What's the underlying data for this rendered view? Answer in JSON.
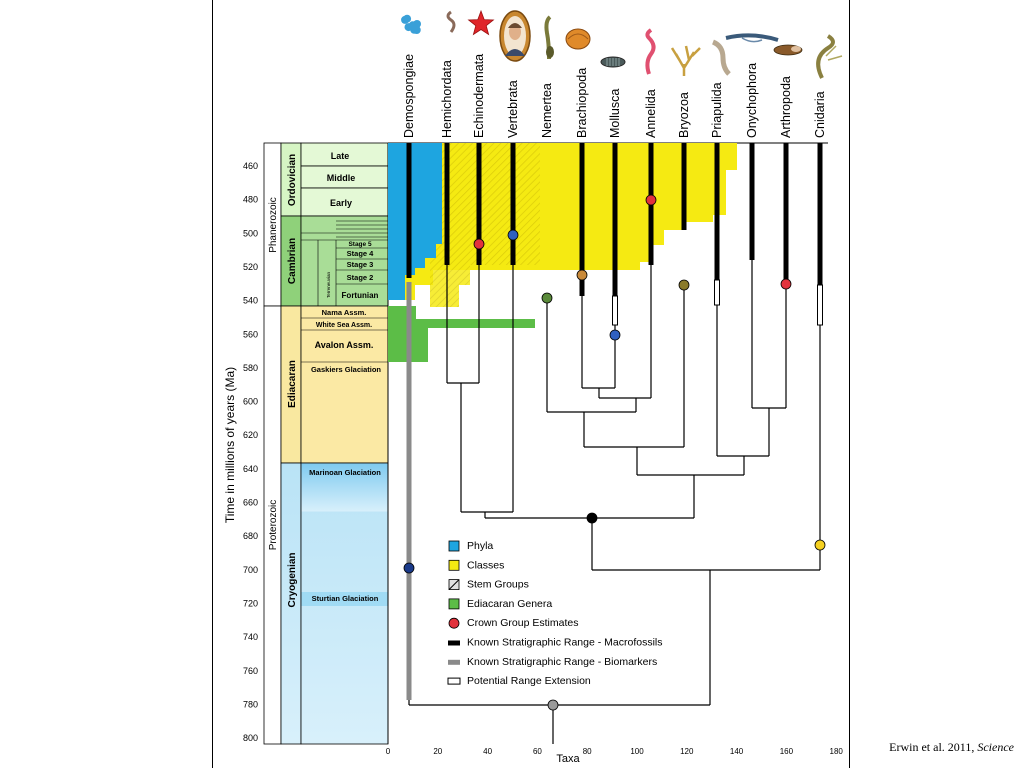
{
  "taxa": [
    "Demospongiae",
    "Hemichordata",
    "Echinodermata",
    "Vertebrata",
    "Nemertea",
    "Brachiopoda",
    "Mollusca",
    "Annelida",
    "Bryozoa",
    "Priapulida",
    "Onychophora",
    "Arthropoda",
    "Cnidaria"
  ],
  "taxa_icons": [
    "sponge-icon",
    "worm-icon",
    "starfish-icon",
    "face-portrait-icon",
    "ribbon-worm-icon",
    "brachiopod-shell-icon",
    "chiton-icon",
    "annelid-worm-icon",
    "bryozoan-icon",
    "priapulid-icon",
    "onychophoran-icon",
    "arthropod-icon",
    "cnidarian-icon"
  ],
  "y_axis_label": "Time in millions of years (Ma)",
  "y_ticks": [
    "460",
    "480",
    "500",
    "520",
    "540",
    "560",
    "580",
    "600",
    "620",
    "640",
    "660",
    "680",
    "700",
    "720",
    "740",
    "760",
    "780",
    "800"
  ],
  "x_axis_label": "Taxa",
  "x_ticks": [
    "0",
    "20",
    "40",
    "60",
    "80",
    "100",
    "120",
    "140",
    "160",
    "180"
  ],
  "eons": {
    "phanerozoic": "Phanerozoic",
    "proterozoic": "Proterozoic"
  },
  "periods": {
    "ordovician": "Ordovician",
    "cambrian": "Cambrian",
    "ediacaran": "Ediacaran",
    "cryogenian": "Cryogenian"
  },
  "stages": {
    "late": "Late",
    "middle": "Middle",
    "early": "Early",
    "stage5": "Stage 5",
    "stage4": "Stage 4",
    "stage3": "Stage 3",
    "stage2": "Stage 2",
    "fortunian": "Fortunian",
    "terreneuvian": "Terreneuvian",
    "nama": "Nama Assm.",
    "white_sea": "White Sea Assm.",
    "avalon": "Avalon Assm.",
    "gaskiers": "Gaskiers Glaciation",
    "marinoan": "Marinoan Glaciation",
    "sturtian": "Sturtian Glaciation"
  },
  "legend": [
    {
      "label": "Phyla",
      "color": "#1ea5e0"
    },
    {
      "label": "Classes",
      "color": "#f5ea12"
    },
    {
      "label": "Stem Groups",
      "color": "#e0e0e0"
    },
    {
      "label": "Ediacaran Genera",
      "color": "#5cbd47"
    },
    {
      "label": "Crown Group Estimates",
      "color": "#e2323c"
    },
    {
      "label": "Known Stratigraphic Range - Macrofossils",
      "color": "#000000"
    },
    {
      "label": "Known Stratigraphic Range - Biomarkers",
      "color": "#8a8a8a"
    },
    {
      "label": "Potential Range Extension",
      "color": "#ffffff"
    }
  ],
  "credit": {
    "authors": "Erwin et al. 2011,",
    "journal": "Science"
  },
  "colors": {
    "phyla": "#1ea5e0",
    "classes": "#f5ea12",
    "ediacaran": "#5cbd47",
    "crown": "#e2323c",
    "brachiopoda_node": "#c98a3a",
    "bryozoa_node": "#8a7a2a",
    "nemertea_node": "#5a8a3a",
    "mollusca_node": "#3060c0",
    "cnidaria_node": "#f5d020",
    "root_node": "#9a9a9a",
    "biomarker_node": "#1a3a8a"
  }
}
